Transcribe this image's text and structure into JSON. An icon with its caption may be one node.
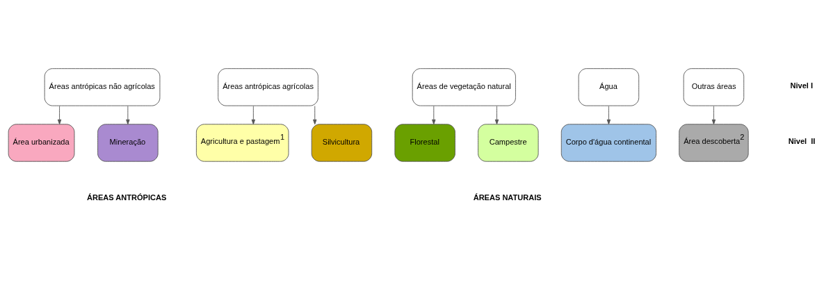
{
  "diagram": {
    "nodes": [
      {
        "text": [
          "Áreas antrópicas não agrícolas"
        ]
      },
      {
        "text": [
          "Áreas antrópicas agrícolas"
        ]
      },
      {
        "text": [
          "Áreas de vegetação natural"
        ]
      },
      {
        "text": [
          "Água"
        ]
      },
      {
        "text": [
          "Outras áreas"
        ]
      },
      {
        "text": [
          "Área urbanizada"
        ]
      },
      {
        "text": [
          "Mineração"
        ]
      },
      {
        "text": [
          "Agricultura e pastagem$^{1}$"
        ]
      },
      {
        "text": [
          "Silvicultura"
        ]
      },
      {
        "text": [
          "Florestal"
        ]
      },
      {
        "text": [
          "Campestre"
        ]
      },
      {
        "text": [
          "Corpo d'água continental"
        ]
      },
      {
        "text": [
          "Área descoberta$^{2}$"
        ]
      }
    ],
    "edges": [
      {
        "from": 0,
        "to": 5,
        "arrow": "to"
      },
      {
        "from": 0,
        "to": 6,
        "arrow": "to"
      },
      {
        "from": 1,
        "to": 7,
        "arrow": "to"
      },
      {
        "from": 1,
        "to": 8,
        "arrow": "to"
      },
      {
        "from": 2,
        "to": 9,
        "arrow": "to"
      },
      {
        "from": 2,
        "to": 10,
        "arrow": "to"
      },
      {
        "from": 3,
        "to": 11,
        "arrow": "to"
      },
      {
        "from": 4,
        "to": 12,
        "arrow": "to"
      }
    ],
    "labels": [
      "Nivel I",
      "Nivel  II",
      "ÁREAS ANTRÓPICAS",
      "ÁREAS NATURAIS"
    ]
  }
}
